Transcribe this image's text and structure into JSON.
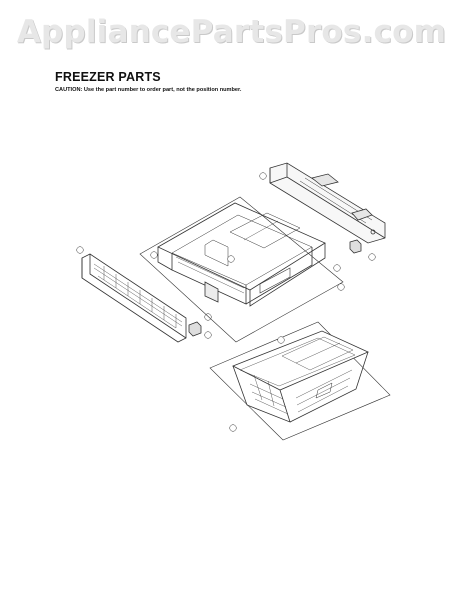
{
  "watermark": "AppliancePartsPros.com",
  "page": {
    "title": "FREEZER PARTS",
    "caution": "CAUTION: Use the part number to order part, not the position number."
  },
  "diagram": {
    "parts": [
      {
        "id": "rail-upper-right"
      },
      {
        "id": "rail-left-front"
      },
      {
        "id": "upper-tray"
      },
      {
        "id": "basket"
      },
      {
        "id": "stopper-right"
      },
      {
        "id": "stopper-left"
      }
    ]
  }
}
